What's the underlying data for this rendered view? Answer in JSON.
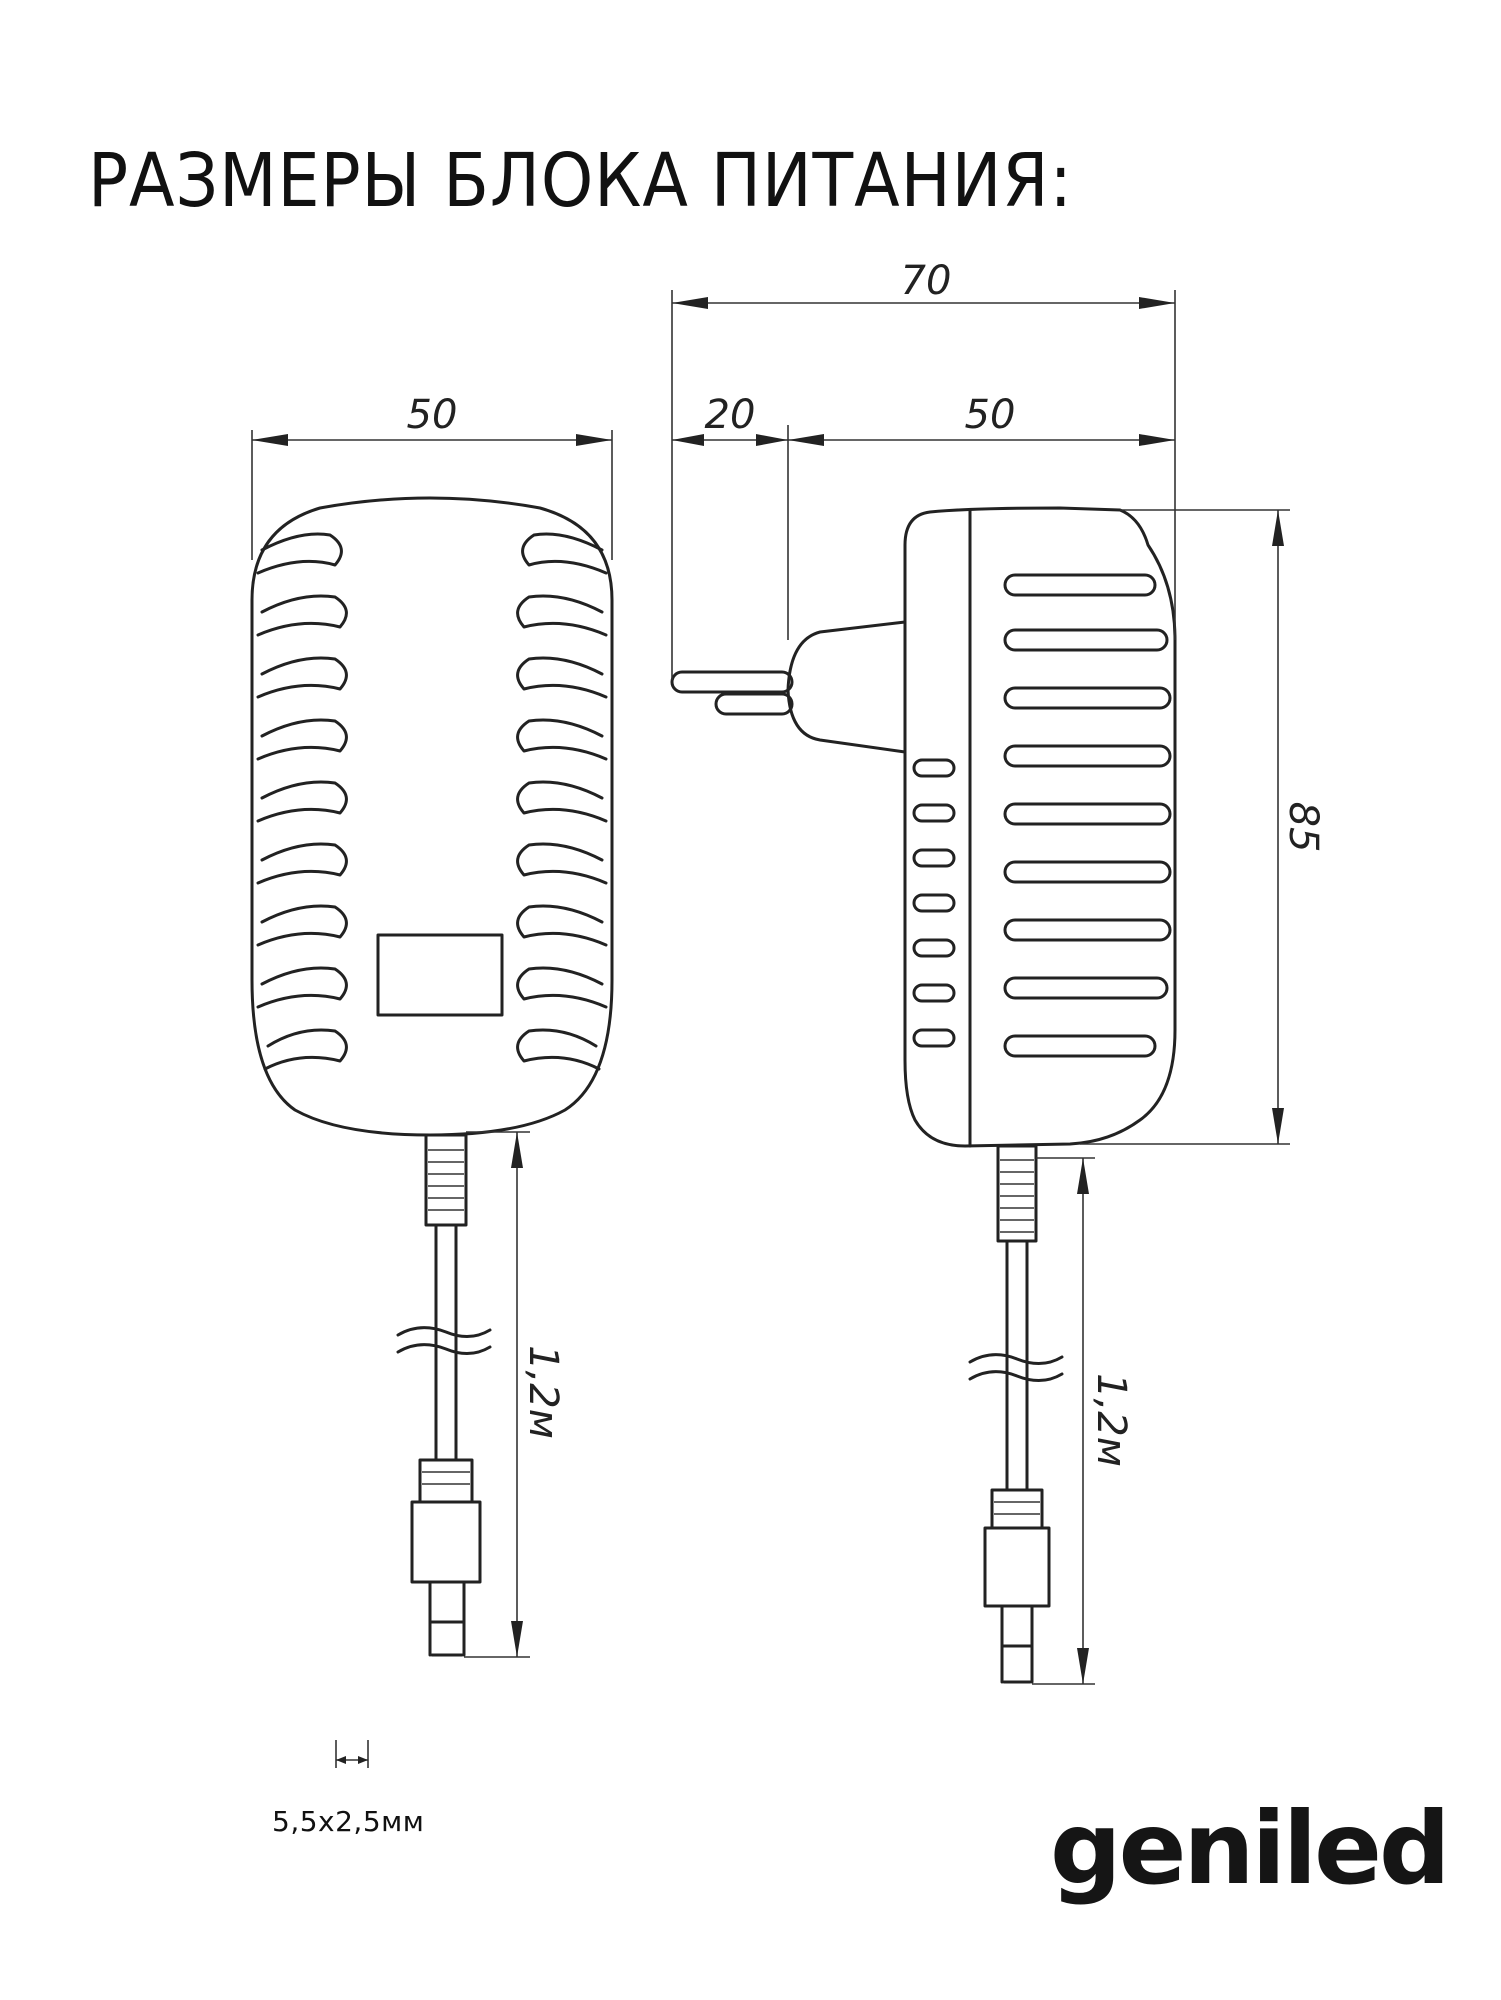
{
  "title": "РАЗМЕРЫ БЛОКА ПИТАНИЯ:",
  "dimensions": {
    "front_width": "50",
    "side_total_length": "70",
    "plug_length": "20",
    "side_body_depth": "50",
    "height": "85",
    "cable_length_front": "1,2м",
    "cable_length_side": "1,2м"
  },
  "connector_size": "5,5x2,5мм",
  "brand": "geniled"
}
